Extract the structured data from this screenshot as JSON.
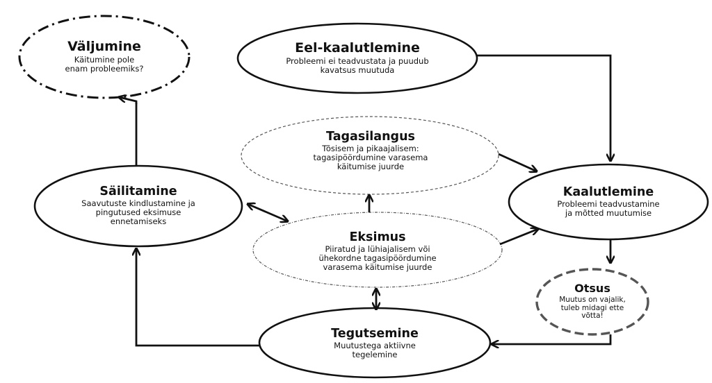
{
  "nodes": {
    "valjumine": {
      "title": "Väljumine",
      "desc": [
        "Käitumine pole",
        "enam probleemiks?"
      ]
    },
    "eel": {
      "title": "Eel-kaalutlemine",
      "desc": [
        "Probleemi ei teadvustata ja puudub",
        "kavatsus muutuda"
      ]
    },
    "tagasilangus": {
      "title": "Tagasilangus",
      "desc": [
        "Tõsisem ja pikaajalisem:",
        "tagasipöördumine varasema",
        "käitumise juurde"
      ]
    },
    "sailitamine": {
      "title": "Säilitamine",
      "desc": [
        "Saavutuste kindlustamine ja",
        "pingutused eksimuse",
        "ennetamiseks"
      ]
    },
    "kaalutlemine": {
      "title": "Kaalutlemine",
      "desc": [
        "Probleemi teadvustamine",
        "ja mõtted muutumise"
      ]
    },
    "eksimus": {
      "title": "Eksimus",
      "desc": [
        "Piiratud ja lühiajalisem või",
        "ühekordne tagasipöördumine",
        "varasema käitumise juurde"
      ]
    },
    "otsus": {
      "title": "Otsus",
      "desc": [
        "Muutus on vajalik,",
        "tuleb midagi ette",
        "võtta!"
      ]
    },
    "tegutsemine": {
      "title": "Tegutsemine",
      "desc": [
        "Muutustega aktiivne",
        "tegelemine"
      ]
    }
  }
}
